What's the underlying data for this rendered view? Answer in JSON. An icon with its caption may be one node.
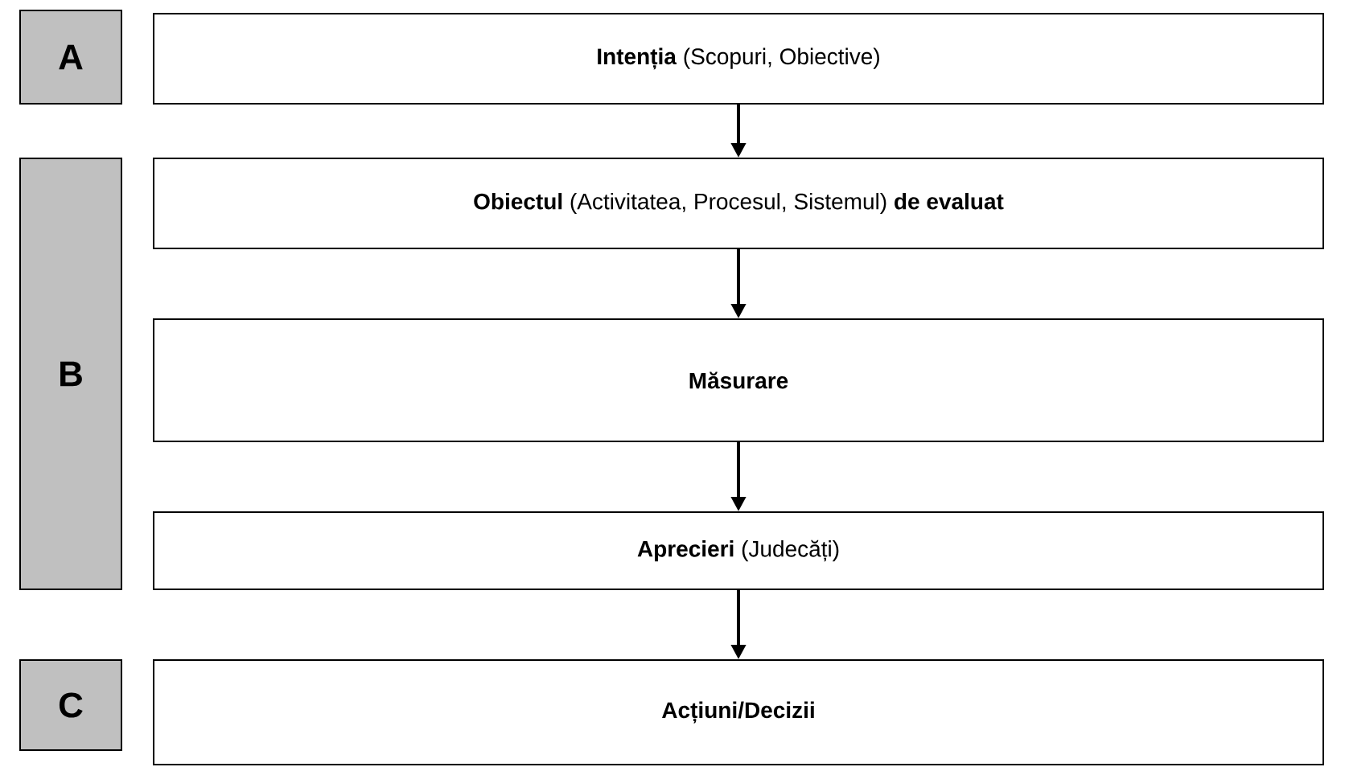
{
  "diagram": {
    "nodes": [
      {
        "text": [
          "A"
        ]
      },
      {
        "text": [
          "**Intenția** (Scopuri, Obiective)"
        ]
      },
      {
        "text": [
          "B"
        ]
      },
      {
        "text": [
          "**Obiectul** (Activitatea, Procesul, Sistemul) **de evaluat**"
        ]
      },
      {
        "text": [
          "Măsurare"
        ]
      },
      {
        "text": [
          "**Aprecieri** (Judecăți)"
        ]
      },
      {
        "text": [
          "C"
        ]
      },
      {
        "text": [
          "Acțiuni/Decizii"
        ]
      }
    ],
    "edges": [
      {
        "from": 1,
        "to": 3,
        "arrow": "to"
      },
      {
        "from": 3,
        "to": 4,
        "arrow": "to"
      },
      {
        "from": 4,
        "to": 5,
        "arrow": "to"
      },
      {
        "from": 5,
        "to": 7,
        "arrow": "to"
      }
    ]
  }
}
